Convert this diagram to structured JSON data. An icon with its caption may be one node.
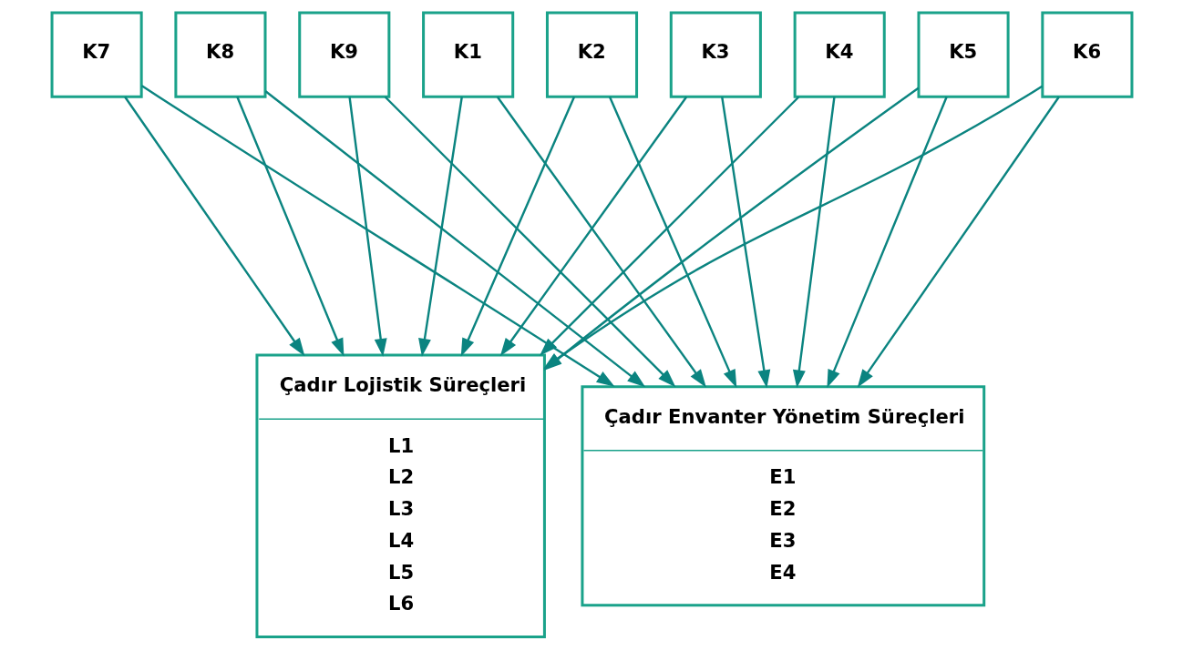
{
  "diagram": {
    "nodes": [
      {
        "text": [
          "K1"
        ]
      },
      {
        "text": [
          "K2"
        ]
      },
      {
        "text": [
          "K3"
        ]
      },
      {
        "text": [
          "K4"
        ]
      },
      {
        "text": [
          "K5"
        ]
      },
      {
        "text": [
          "K6"
        ]
      },
      {
        "text": [
          "K7"
        ]
      },
      {
        "text": [
          "K8"
        ]
      },
      {
        "text": [
          "K9"
        ]
      },
      {
        "text": [
          "Çadır Lojistik Süreçleri",
          "L1",
          "L2",
          "L3",
          "L4",
          "L5",
          "L6"
        ]
      },
      {
        "text": [
          "Çadır Envanter Yönetim Süreçleri",
          "E1",
          "E2",
          "E3",
          "E4"
        ]
      }
    ],
    "edges": [
      {
        "from": 0,
        "to": 9,
        "arrow": "to"
      },
      {
        "from": 0,
        "to": 10,
        "arrow": "to"
      },
      {
        "from": 1,
        "to": 9,
        "arrow": "to"
      },
      {
        "from": 1,
        "to": 10,
        "arrow": "to"
      },
      {
        "from": 2,
        "to": 9,
        "arrow": "to"
      },
      {
        "from": 2,
        "to": 10,
        "arrow": "to"
      },
      {
        "from": 3,
        "to": 9,
        "arrow": "to"
      },
      {
        "from": 3,
        "to": 10,
        "arrow": "to"
      },
      {
        "from": 4,
        "to": 9,
        "arrow": "to"
      },
      {
        "from": 4,
        "to": 10,
        "arrow": "to"
      },
      {
        "from": 5,
        "to": 9,
        "arrow": "to"
      },
      {
        "from": 5,
        "to": 10,
        "arrow": "to"
      },
      {
        "from": 6,
        "to": 9,
        "arrow": "to"
      },
      {
        "from": 6,
        "to": 10,
        "arrow": "to"
      },
      {
        "from": 7,
        "to": 9,
        "arrow": "to"
      },
      {
        "from": 7,
        "to": 10,
        "arrow": "to"
      },
      {
        "from": 8,
        "to": 9,
        "arrow": "to"
      },
      {
        "from": 8,
        "to": 10,
        "arrow": "to"
      }
    ]
  }
}
